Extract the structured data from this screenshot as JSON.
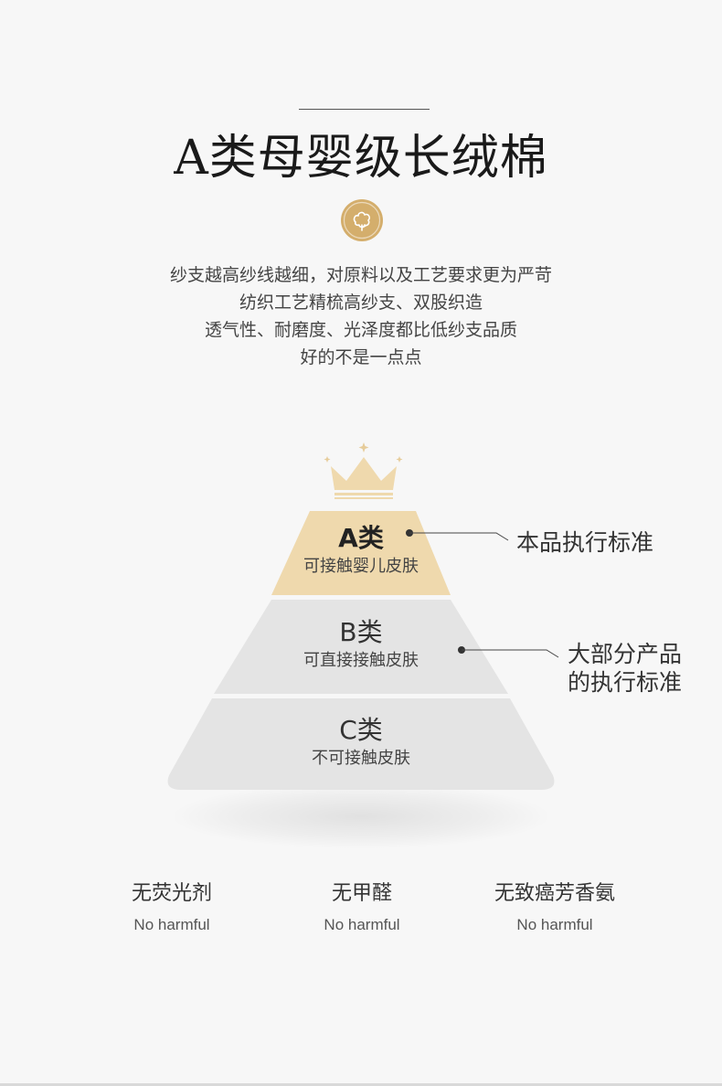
{
  "title": "A类母婴级长绒棉",
  "badge_icon": "cotton-flower-icon",
  "description": [
    "纱支越高纱线越细，对原料以及工艺要求更为严苛",
    "纺织工艺精梳高纱支、双股织造",
    "透气性、耐磨度、光泽度都比低纱支品质",
    "好的不是一点点"
  ],
  "crown_icon": "crown-icon",
  "tiers": [
    {
      "name": "A类",
      "sub": "可接触婴儿皮肤",
      "color": "#efd9ad"
    },
    {
      "name": "B类",
      "sub": "可直接接触皮肤",
      "color": "#e4e4e4"
    },
    {
      "name": "C类",
      "sub": "不可接触皮肤",
      "color": "#e4e4e4"
    }
  ],
  "callouts": {
    "a": "本品执行标准",
    "b_line1": "大部分产品",
    "b_line2": "的执行标准"
  },
  "features": [
    {
      "cn": "无荧光剂",
      "en": "No harmful"
    },
    {
      "cn": "无甲醛",
      "en": "No harmful"
    },
    {
      "cn": "无致癌芳香氨",
      "en": "No harmful"
    }
  ],
  "colors": {
    "gold": "#d4ae6c",
    "gold_light": "#efd9ad",
    "gray_tier": "#e4e4e4",
    "background": "#f7f7f7"
  }
}
